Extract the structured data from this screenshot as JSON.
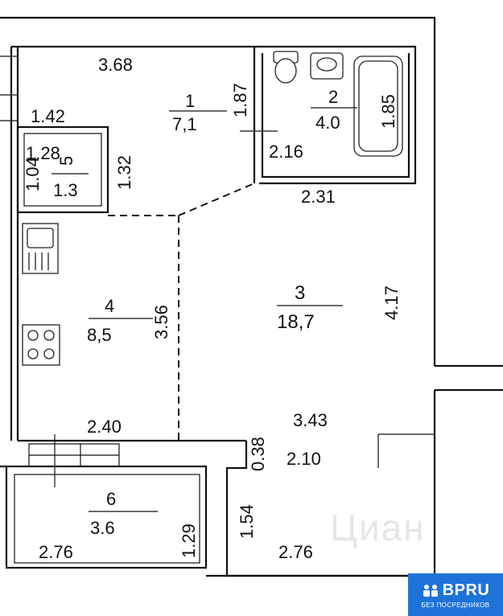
{
  "plan": {
    "rooms": [
      {
        "number": "1",
        "area": "7,1"
      },
      {
        "number": "2",
        "area": "4.0"
      },
      {
        "number": "3",
        "area": "18,7"
      },
      {
        "number": "4",
        "area": "8,5"
      },
      {
        "number": "5",
        "area": "1.3"
      },
      {
        "number": "6",
        "area": "3.6"
      }
    ],
    "dimensions": {
      "hall_top": "3.68",
      "hall_right": "1.87",
      "hall_left": "1.42",
      "bath_tub": "1.85",
      "bath_bottom": "2.16",
      "closet_left": "1.04",
      "closet_top": "1.28",
      "closet_right": "1.32",
      "room3_top": "2.31",
      "room3_right": "4.17",
      "room3_bottom_upper": "3.43",
      "room3_bottom_lower": "2.10",
      "kitchen_right": "3.56",
      "kitchen_bottom": "2.40",
      "wall_small": "0.38",
      "recess_left": "1.54",
      "recess_bottom": "2.76",
      "balcony_bottom": "2.76",
      "balcony_right": "1.29"
    }
  },
  "watermark": "Циан",
  "badge": {
    "name": "BPRU",
    "subtitle": "БЕЗ ПОСРЕДНИКОВ",
    "color": "#1e73d8"
  }
}
